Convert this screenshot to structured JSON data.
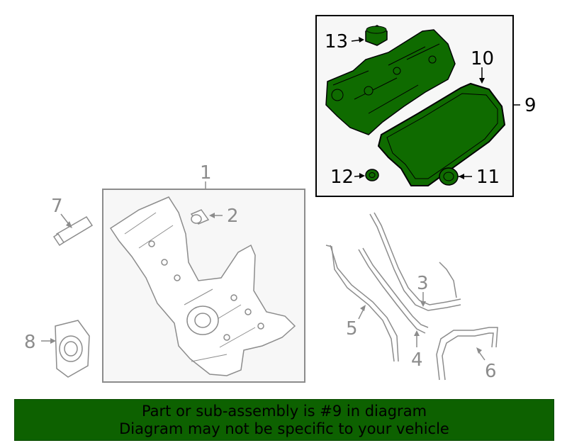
{
  "callouts": {
    "c1": "1",
    "c2": "2",
    "c3": "3",
    "c4": "4",
    "c5": "5",
    "c6": "6",
    "c7": "7",
    "c8": "8",
    "c9": "9",
    "c10": "10",
    "c11": "11",
    "c12": "12",
    "c13": "13"
  },
  "banner": {
    "line1": "Part or sub-assembly is #9 in diagram",
    "line2": "Diagram may not be specific to your vehicle"
  },
  "colors": {
    "highlight": "#0d6100",
    "part_fill": "#0f6b00",
    "grey_part": "#8c8c8c",
    "box_bg": "#f7f7f7"
  }
}
